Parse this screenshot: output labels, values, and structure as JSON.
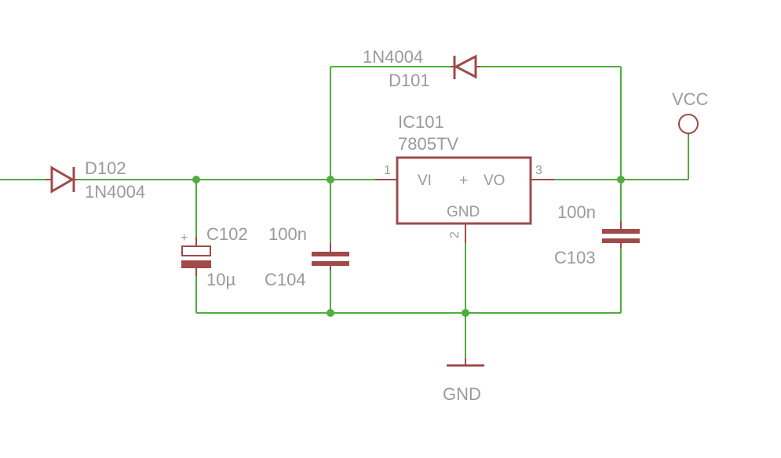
{
  "components": {
    "d102": {
      "name": "D102",
      "value": "1N4004"
    },
    "d101": {
      "name": "D101",
      "value": "1N4004"
    },
    "ic101": {
      "name": "IC101",
      "value": "7805TV",
      "pin_vi": "VI",
      "pin_vo": "VO",
      "pin_gnd": "GND",
      "pin1": "1",
      "pin2": "2",
      "pin3": "3",
      "center_mark": "+"
    },
    "c102": {
      "name": "C102",
      "value": "10µ",
      "polarity": "+"
    },
    "c104": {
      "name": "C104",
      "value": "100n"
    },
    "c103": {
      "name": "C103",
      "value": "100n"
    }
  },
  "supply": {
    "vcc": "VCC",
    "gnd": "GND"
  },
  "colors": {
    "wire": "#4fae3f",
    "component": "#a04a4a",
    "text": "#9a9a9a"
  }
}
